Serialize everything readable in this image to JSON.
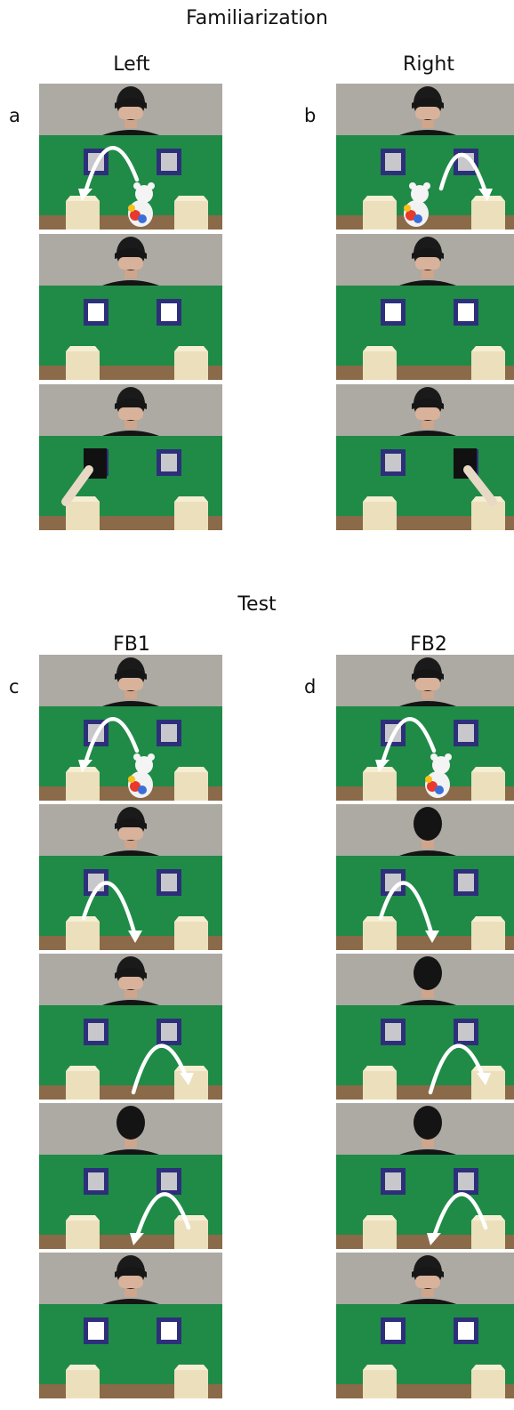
{
  "sections": {
    "familiarization": "Familiarization",
    "test": "Test"
  },
  "columns": {
    "left": "Left",
    "right": "Right",
    "fb1": "FB1",
    "fb2": "FB2"
  },
  "letters": {
    "a": "a",
    "b": "b",
    "c": "c",
    "d": "d"
  },
  "colors": {
    "wall": "#ada9a3",
    "green_screen": "#1f8b47",
    "table": "#8a6a48",
    "box": "#ece0bc",
    "window_frame": "#2d2f7a",
    "window_glass": "#c7c7cc",
    "window_glass_lit": "#ffffff",
    "arrow": "#ffffff"
  },
  "panels": [
    {
      "column": "left",
      "scene": "bear-to-left-box"
    },
    {
      "column": "left",
      "scene": "empty-lit"
    },
    {
      "column": "left",
      "scene": "arm-left-box"
    },
    {
      "column": "right",
      "scene": "bear-to-right-box"
    },
    {
      "column": "right",
      "scene": "empty-lit"
    },
    {
      "column": "right",
      "scene": "arm-right-box"
    },
    {
      "column": "fb1",
      "scene": "bear-to-left-box"
    },
    {
      "column": "fb1",
      "scene": "left-to-middle"
    },
    {
      "column": "fb1",
      "scene": "middle-to-right"
    },
    {
      "column": "fb1",
      "scene": "right-to-middle"
    },
    {
      "column": "fb1",
      "scene": "empty-lit"
    },
    {
      "column": "fb2",
      "scene": "bear-to-left-box"
    },
    {
      "column": "fb2",
      "scene": "left-to-middle"
    },
    {
      "column": "fb2",
      "scene": "middle-to-right"
    },
    {
      "column": "fb2",
      "scene": "right-to-middle"
    },
    {
      "column": "fb2",
      "scene": "empty-lit"
    }
  ]
}
